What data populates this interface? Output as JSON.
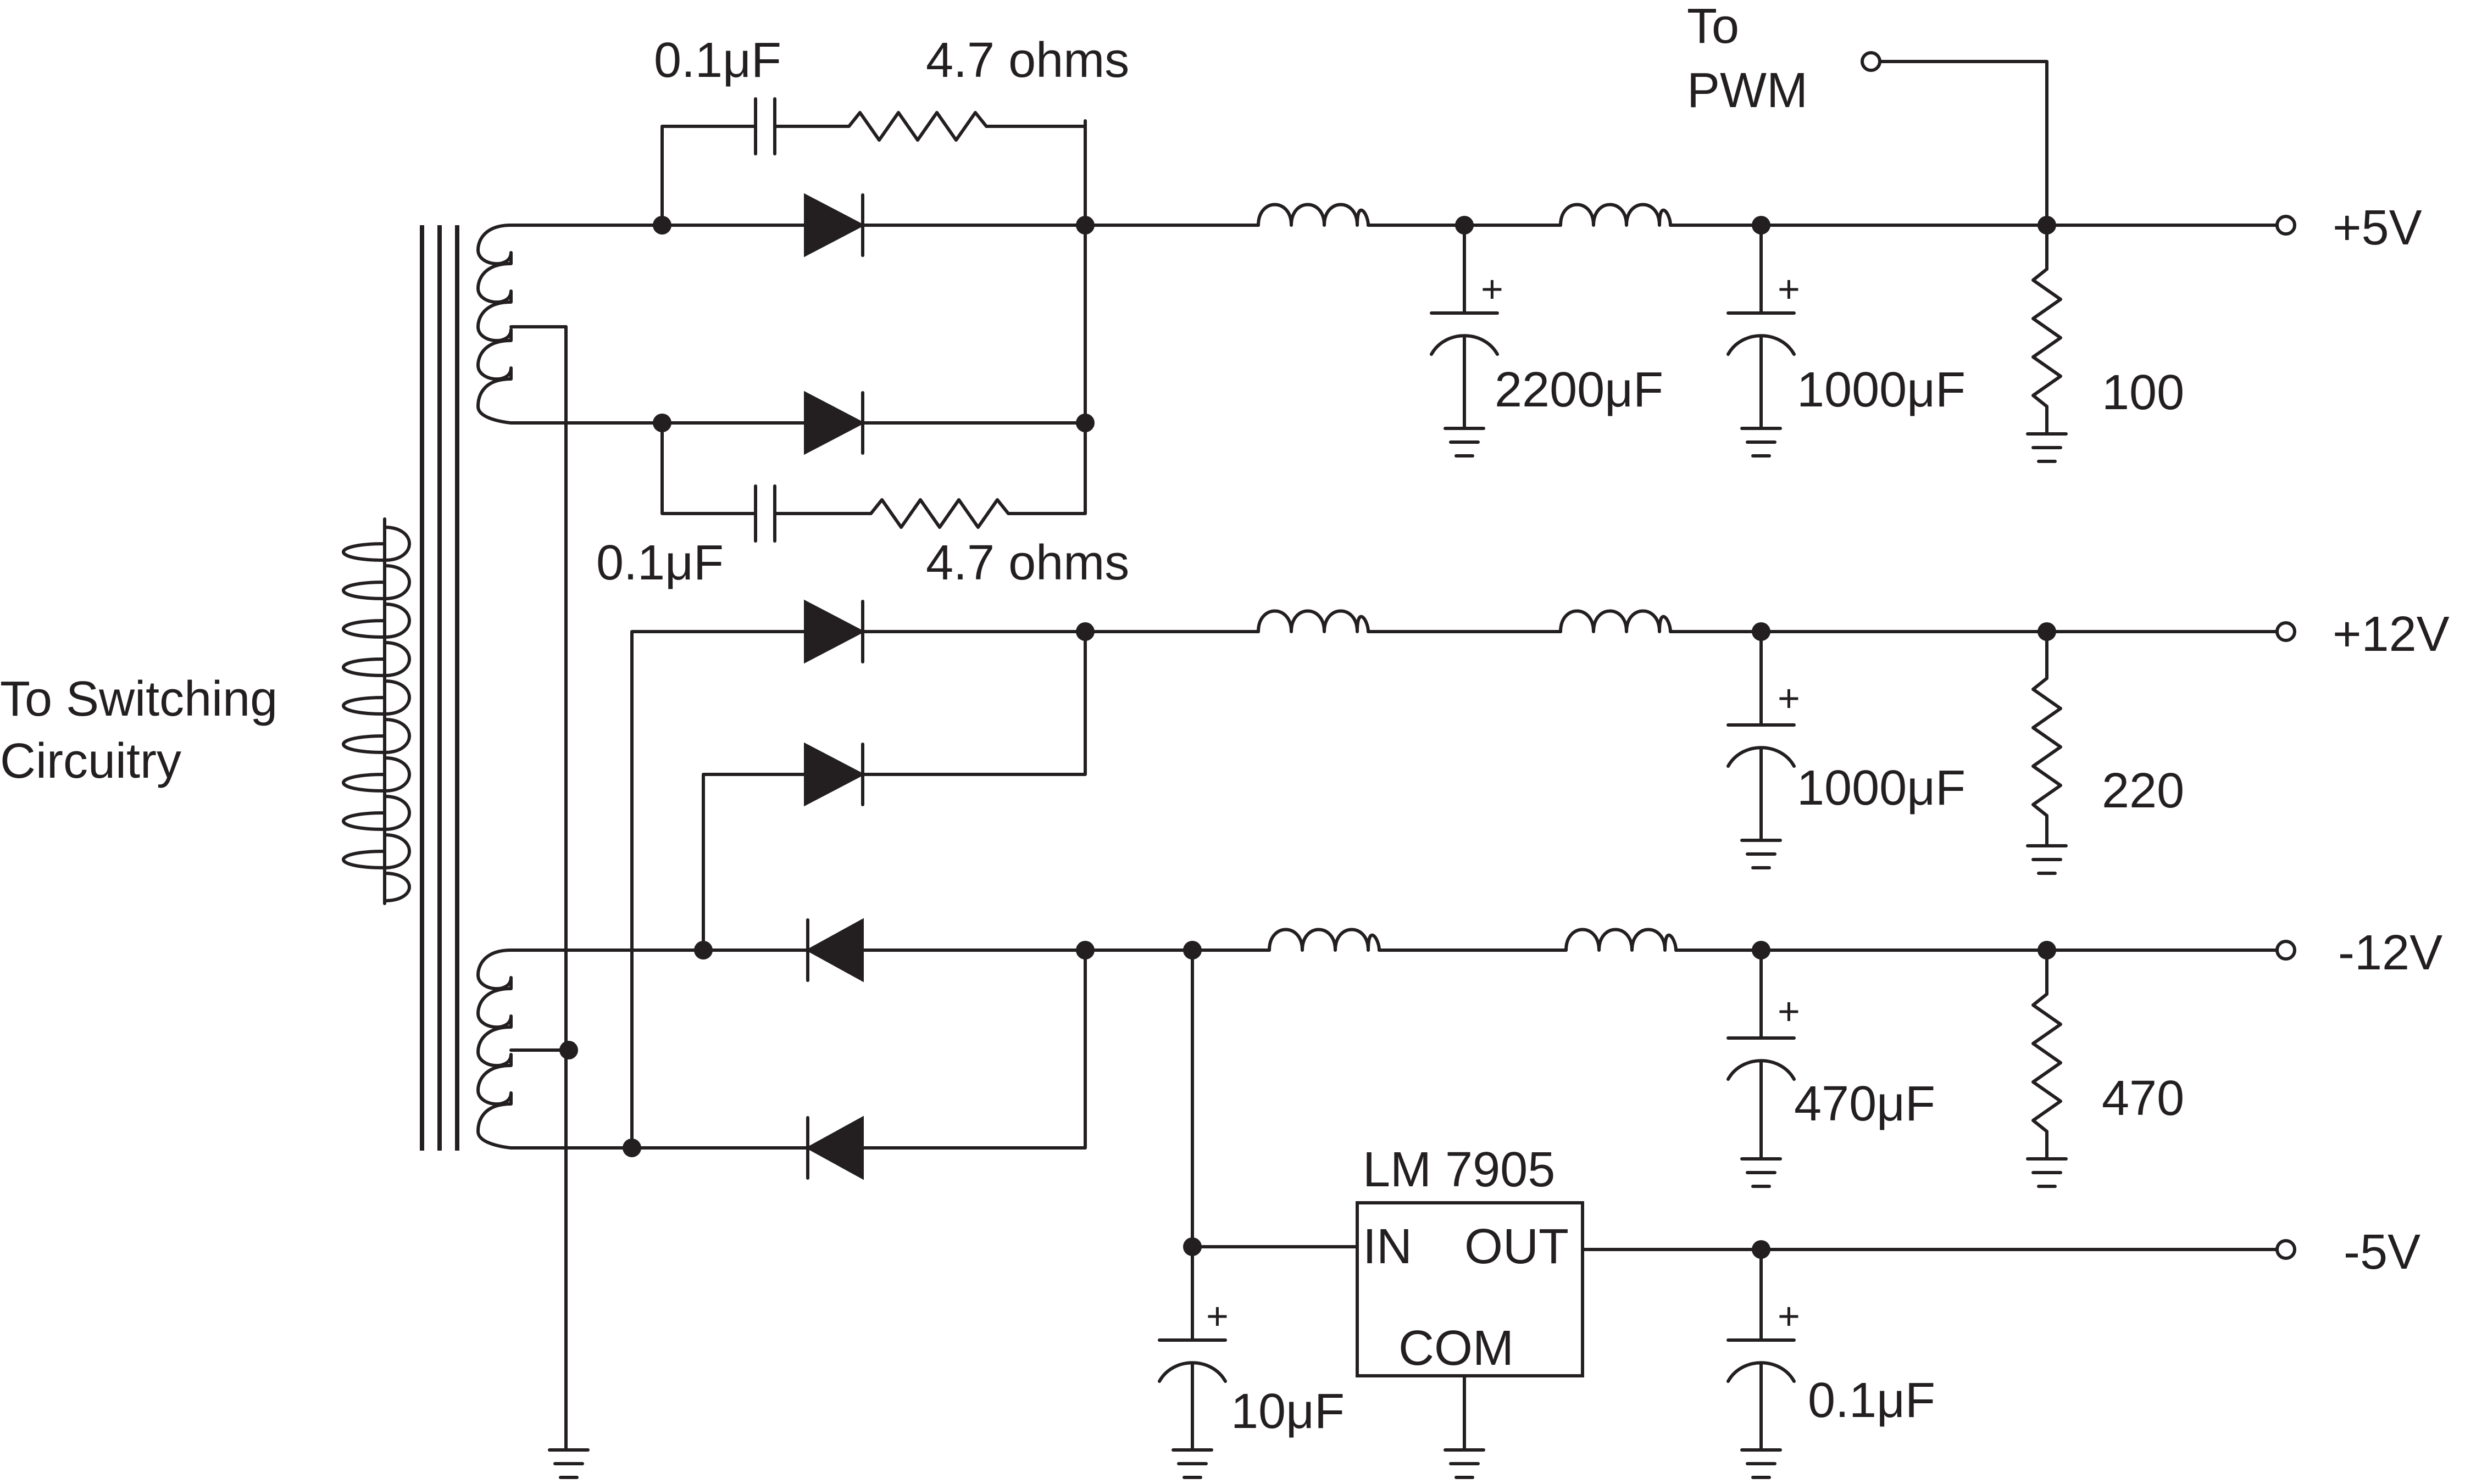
{
  "labels": {
    "to_switching_line1": "To Switching",
    "to_switching_line2": "Circuitry",
    "to_pwm_line1": "To",
    "to_pwm_line2": "PWM",
    "snubber_top_cap": "0.1μF",
    "snubber_top_res": "4.7 ohms",
    "snubber_bot_cap": "0.1μF",
    "snubber_bot_res": "4.7 ohms",
    "cap_5v_1": "2200μF",
    "cap_5v_2": "1000μF",
    "res_5v": "100",
    "cap_12v": "1000μF",
    "res_12v": "220",
    "cap_n12v": "470μF",
    "res_n12v": "470",
    "cap_reg_in": "10μF",
    "cap_reg_out": "0.1μF",
    "regulator_name": "LM 7905",
    "reg_in": "IN",
    "reg_out": "OUT",
    "reg_com": "COM",
    "plus_sign": "+"
  },
  "outputs": {
    "v_plus5": "+5V",
    "v_plus12": "+12V",
    "v_minus12": "-12V",
    "v_minus5": "-5V"
  }
}
